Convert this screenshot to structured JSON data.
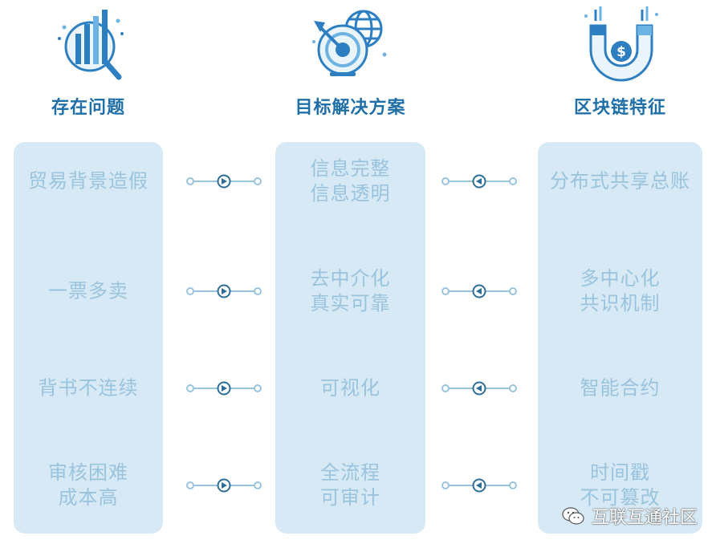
{
  "headings": {
    "problems": "存在问题",
    "solutions": "目标解决方案",
    "features": "区块链特征"
  },
  "icons": {
    "problems": "bar-chart-magnifier-icon",
    "solutions": "target-globe-icon",
    "features": "dollar-magnet-icon"
  },
  "rows": [
    {
      "problem": [
        "贸易背景造假"
      ],
      "solution": [
        "信息完整",
        "信息透明"
      ],
      "feature": [
        "分布式共享总账"
      ]
    },
    {
      "problem": [
        "一票多卖"
      ],
      "solution": [
        "去中介化",
        "真实可靠"
      ],
      "feature": [
        "多中心化",
        "共识机制"
      ]
    },
    {
      "problem": [
        "背书不连续"
      ],
      "solution": [
        "可视化"
      ],
      "feature": [
        "智能合约"
      ]
    },
    {
      "problem": [
        "审核困难",
        "成本高"
      ],
      "solution": [
        "全流程",
        "可审计"
      ],
      "feature": [
        "时间戳",
        "不可篡改"
      ]
    }
  ],
  "watermark": "互联互通社区",
  "colors": {
    "heading": "#1f6fa8",
    "panel": "#d6e9f5",
    "panel_text": "#9ac3de",
    "connector": "#9ac3de",
    "connector_dark": "#2d6e99"
  }
}
